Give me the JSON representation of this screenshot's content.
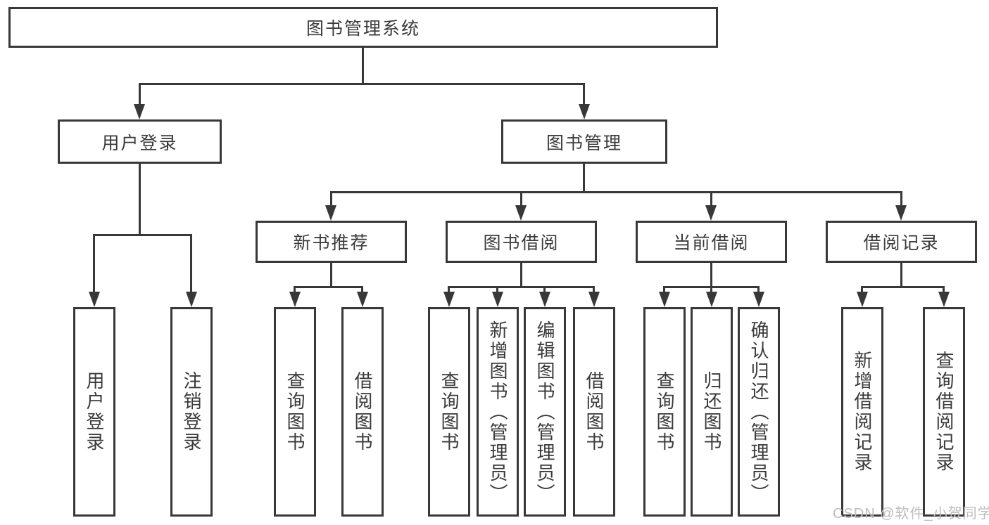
{
  "tree": {
    "root": {
      "label": "图书管理系统"
    },
    "user_login": {
      "label": "用户登录",
      "children": [
        {
          "label": "用户登录"
        },
        {
          "label": "注销登录"
        }
      ]
    },
    "book_mgmt": {
      "label": "图书管理",
      "modules": [
        {
          "label": "新书推荐",
          "children": [
            {
              "label": "查询图书"
            },
            {
              "label": "借阅图书"
            }
          ]
        },
        {
          "label": "图书借阅",
          "children": [
            {
              "label": "查询图书"
            },
            {
              "label": "新增图书（管理员）"
            },
            {
              "label": "编辑图书（管理员）"
            },
            {
              "label": "借阅图书"
            }
          ]
        },
        {
          "label": "当前借阅",
          "children": [
            {
              "label": "查询图书"
            },
            {
              "label": "归还图书"
            },
            {
              "label": "确认归还（管理员）"
            }
          ]
        },
        {
          "label": "借阅记录",
          "children": [
            {
              "label": "新增借阅记录"
            },
            {
              "label": "查询借阅记录"
            }
          ]
        }
      ]
    }
  },
  "watermark": {
    "text": "CSDN @软件_小贺同学"
  },
  "colors": {
    "line": "#383838",
    "text": "#3a3a3a",
    "watermark": "#bdbdbd",
    "background": "#ffffff"
  }
}
